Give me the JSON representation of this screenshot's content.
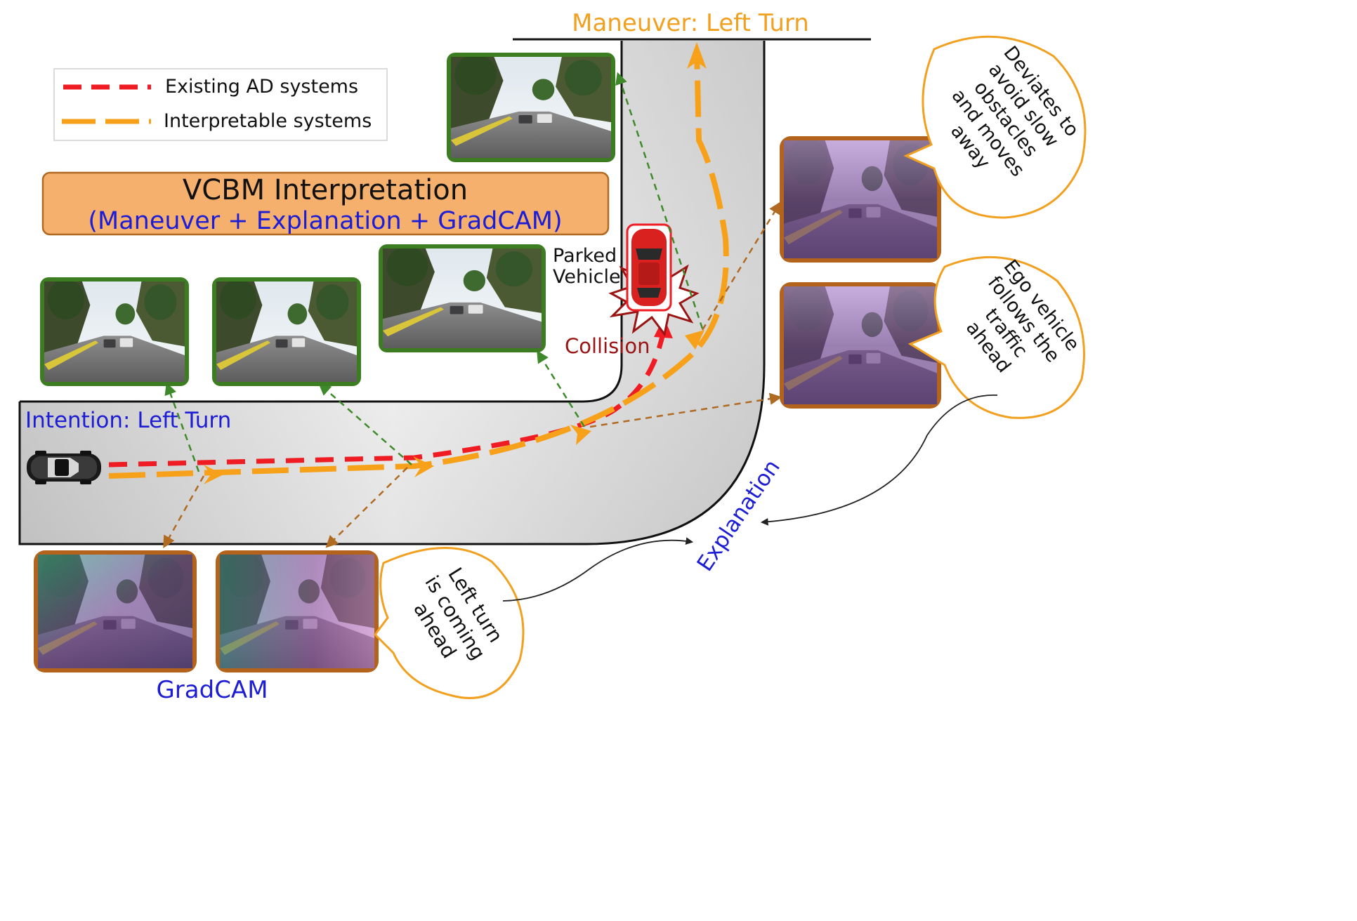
{
  "colors": {
    "existing": "#ef1c24",
    "interpretable": "#f7a11a",
    "frame_green": "#3c7d22",
    "frame_brown": "#b4631c",
    "title_box_fill": "#f5b06e",
    "blue_text": "#1d1dd6",
    "maneuver_text": "#f2a020",
    "collision_text": "#9a1414",
    "green_arrow": "#3e8a2a",
    "brown_arrow": "#b06a22"
  },
  "legend": {
    "existing_label": "Existing AD systems",
    "interpretable_label": "Interpretable systems"
  },
  "title": {
    "main": "VCBM Interpretation",
    "sub": "(Maneuver + Explanation + GradCAM)"
  },
  "labels": {
    "maneuver": "Maneuver: Left Turn",
    "intention": "Intention: Left Turn",
    "parked_line1": "Parked",
    "parked_line2": "Vehicle",
    "collision": "Collision",
    "gradcam": "GradCAM",
    "explanation": "Explanation"
  },
  "bubbles": {
    "bottom": [
      "Left turn",
      "is coming",
      "ahead"
    ],
    "right_top": [
      "Deviates to",
      "avoid slow",
      "obstacles",
      "and moves",
      "away"
    ],
    "right_mid": [
      "Ego vehicle",
      "follows the",
      "traffic",
      "ahead"
    ]
  },
  "icons": {
    "ego_car": "car-top-view-icon",
    "parked_car": "red-car-icon",
    "collision": "collision-burst-icon"
  }
}
